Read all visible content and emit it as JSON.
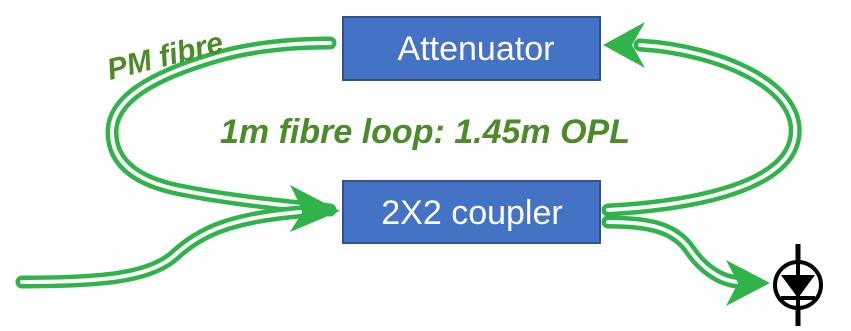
{
  "diagram": {
    "attenuator_label": "Attenuator",
    "coupler_label": "2X2 coupler",
    "loop_caption": "1m fibre loop: 1.45m OPL",
    "fibre_label": "PM fibre",
    "colors": {
      "fibre_green": "#2fb34a",
      "box_fill": "#4472c4",
      "box_border": "#2f528f",
      "text_green": "#4b8b28",
      "detector": "#000000"
    },
    "icons": [
      "photodiode-detector-icon"
    ]
  }
}
